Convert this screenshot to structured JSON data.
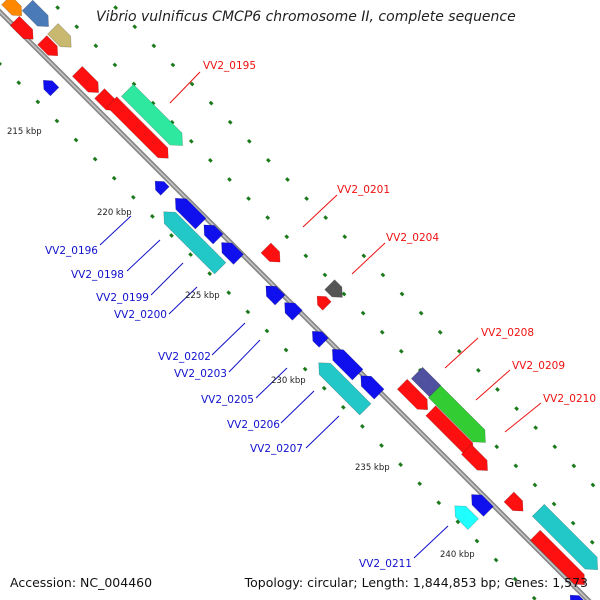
{
  "title": "Vibrio vulnificus CMCP6 chromosome II, complete sequence",
  "footer": {
    "accession": "Accession: NC_004460",
    "topology": "Topology: circular; Length: 1,844,853 bp; Genes: 1,573"
  },
  "colors": {
    "backbone": "#8a8a8a",
    "kbp_tick": "#1a7a1a",
    "red_gene": "#ff1010",
    "blue_gene": "#1010ee",
    "cyan_gene": "#22c8c8",
    "aqua_gene": "#20ffff",
    "green_gene": "#33cc33",
    "seafoam_gene": "#2ee8a0",
    "gray_gene": "#555555",
    "slate_gene": "#5050a0",
    "steel_gene": "#4a7ab8",
    "khaki_gene": "#c8b870",
    "orange_gene": "#ff8800",
    "forward_label": "#ee1111",
    "reverse_label": "#1111cc"
  },
  "kbp_labels": [
    {
      "id": "215",
      "text": "215 kbp"
    },
    {
      "id": "220",
      "text": "220 kbp"
    },
    {
      "id": "225",
      "text": "225 kbp"
    },
    {
      "id": "230",
      "text": "230 kbp"
    },
    {
      "id": "235",
      "text": "235 kbp"
    },
    {
      "id": "240",
      "text": "240 kbp"
    }
  ],
  "gene_labels": [
    {
      "id": "0195",
      "text": "VV2_0195",
      "strand": "forward"
    },
    {
      "id": "0201",
      "text": "VV2_0201",
      "strand": "forward"
    },
    {
      "id": "0204",
      "text": "VV2_0204",
      "strand": "forward"
    },
    {
      "id": "0208",
      "text": "VV2_0208",
      "strand": "forward"
    },
    {
      "id": "0209",
      "text": "VV2_0209",
      "strand": "forward"
    },
    {
      "id": "0210",
      "text": "VV2_0210",
      "strand": "forward"
    },
    {
      "id": "0196",
      "text": "VV2_0196",
      "strand": "reverse"
    },
    {
      "id": "0198",
      "text": "VV2_0198",
      "strand": "reverse"
    },
    {
      "id": "0199",
      "text": "VV2_0199",
      "strand": "reverse"
    },
    {
      "id": "0200",
      "text": "VV2_0200",
      "strand": "reverse"
    },
    {
      "id": "0202",
      "text": "VV2_0202",
      "strand": "reverse"
    },
    {
      "id": "0203",
      "text": "VV2_0203",
      "strand": "reverse"
    },
    {
      "id": "0205",
      "text": "VV2_0205",
      "strand": "reverse"
    },
    {
      "id": "0206",
      "text": "VV2_0206",
      "strand": "reverse"
    },
    {
      "id": "0207",
      "text": "VV2_0207",
      "strand": "reverse"
    },
    {
      "id": "0211",
      "text": "VV2_0211",
      "strand": "reverse"
    }
  ]
}
